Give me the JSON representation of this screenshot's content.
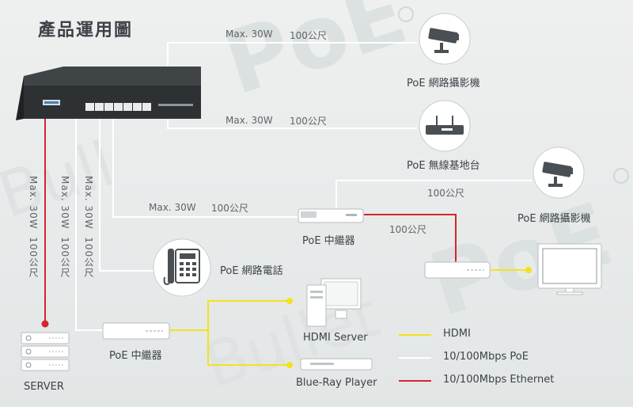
{
  "title": "產品運用圖",
  "watermark": "BulletPoE",
  "colors": {
    "poe_line": "#ffffff",
    "hdmi_line": "#f4e21b",
    "ethernet_line": "#d3262e",
    "text": "#3c4247",
    "device_circle": "#ffffff"
  },
  "links": {
    "top_power": "Max. 30W",
    "top_distance": "100公尺",
    "mid_power": "Max. 30W",
    "mid_distance": "100公尺",
    "ext_power": "Max. 30W",
    "ext_distance": "100公尺",
    "ap2_distance": "100公尺",
    "red_distance": "100公尺"
  },
  "vertical_links": [
    {
      "power": "Max. 30W",
      "distance": "100公尺"
    },
    {
      "power": "Max. 30W",
      "distance": "100公尺"
    },
    {
      "power": "Max. 30W",
      "distance": "100公尺"
    }
  ],
  "devices": {
    "camera_top": "PoE 網路攝影機",
    "access_point": "PoE 無線基地台",
    "camera_right": "PoE 網路攝影機",
    "extender_top": "PoE 中繼器",
    "ip_phone": "PoE 網路電話",
    "extender_bottom": "PoE 中繼器",
    "hdmi_server": "HDMI Server",
    "bluray": "Blue-Ray Player",
    "server": "SERVER"
  },
  "legend": [
    {
      "label": "HDMI",
      "color": "#f4e21b"
    },
    {
      "label": "10/100Mbps PoE",
      "color": "#ffffff"
    },
    {
      "label": "10/100Mbps Ethernet",
      "color": "#d3262e"
    }
  ],
  "icons": {
    "camera": "security-camera-icon",
    "router": "wireless-ap-icon",
    "phone": "ip-phone-icon",
    "server": "server-rack-icon",
    "monitor": "monitor-icon",
    "pc": "desktop-pc-icon"
  }
}
